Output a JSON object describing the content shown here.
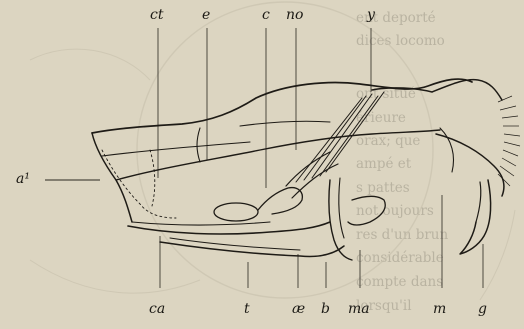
{
  "labels": {
    "top": {
      "ct": "ct",
      "e": "e",
      "c": "c",
      "no": "no",
      "y": "y"
    },
    "left": {
      "a1": "a¹"
    },
    "bottom": {
      "ca": "ca",
      "t": "t",
      "ae": "æ",
      "b": "b",
      "ma": "ma",
      "m": "m",
      "g": "g"
    }
  },
  "show_through_text": [
    "ent deporté",
    "dices locomo",
    "ont situé",
    "érieure",
    "orax; que",
    "ampé et",
    "s pattes",
    "not oujours",
    "res d'un brun",
    "considérable",
    "compte dans",
    "lorsqu'il"
  ],
  "colors": {
    "paper": "#dcd5c1",
    "ink": "#1c1a15"
  }
}
